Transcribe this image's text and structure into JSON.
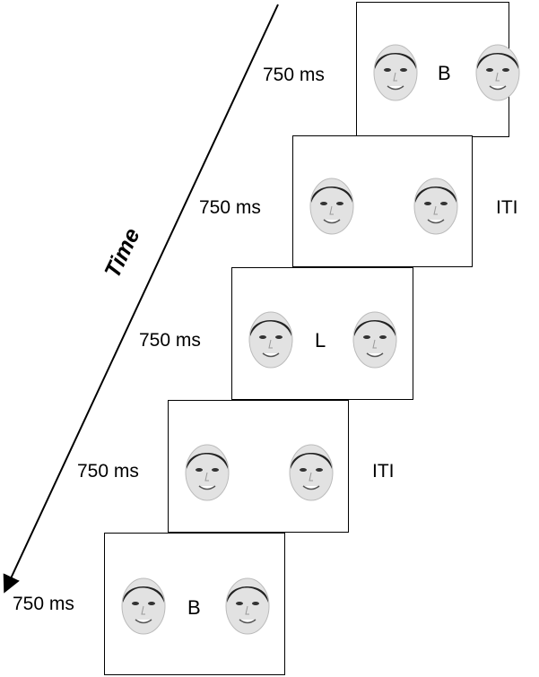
{
  "axis_label": "Time",
  "frames": [
    {
      "duration": "750 ms",
      "center_text": "B",
      "side_text": ""
    },
    {
      "duration": "750 ms",
      "center_text": "",
      "side_text": "ITI"
    },
    {
      "duration": "750 ms",
      "center_text": "L",
      "side_text": ""
    },
    {
      "duration": "750 ms",
      "center_text": "",
      "side_text": "ITI"
    },
    {
      "duration": "750 ms",
      "center_text": "B",
      "side_text": ""
    }
  ]
}
